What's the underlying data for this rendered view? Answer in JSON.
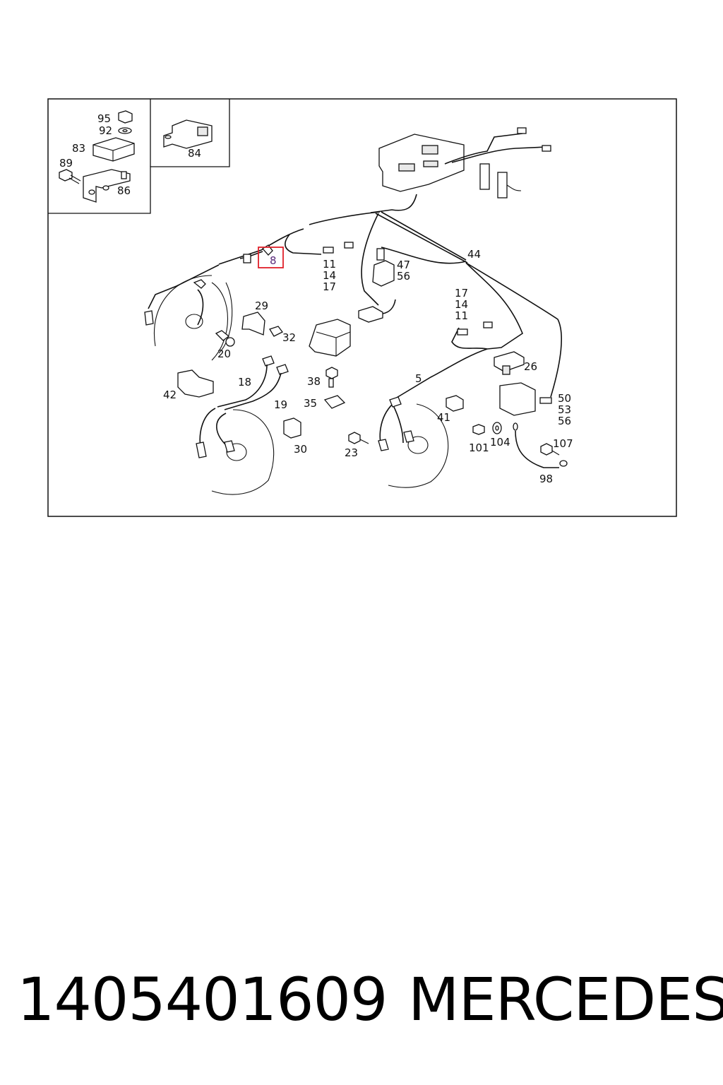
{
  "diagram": {
    "labels": {
      "l95": "95",
      "l92": "92",
      "l83": "83",
      "l89": "89",
      "l86": "86",
      "l84": "84",
      "l8": "8",
      "l11a": "11",
      "l14a": "14",
      "l17a": "17",
      "l47": "47",
      "l56a": "56",
      "l44": "44",
      "l17b": "17",
      "l14b": "14",
      "l11b": "11",
      "l29": "29",
      "l32": "32",
      "l20": "20",
      "l26": "26",
      "l42": "42",
      "l18": "18",
      "l19": "19",
      "l38": "38",
      "l35": "35",
      "l5": "5",
      "l50": "50",
      "l53": "53",
      "l56b": "56",
      "l41": "41",
      "l30": "30",
      "l23": "23",
      "l101": "101",
      "l104": "104",
      "l107": "107",
      "l98": "98"
    },
    "highlight_color": "#e0202a"
  },
  "footer": {
    "part_number": "1405401609",
    "brand": "MERCEDES"
  }
}
